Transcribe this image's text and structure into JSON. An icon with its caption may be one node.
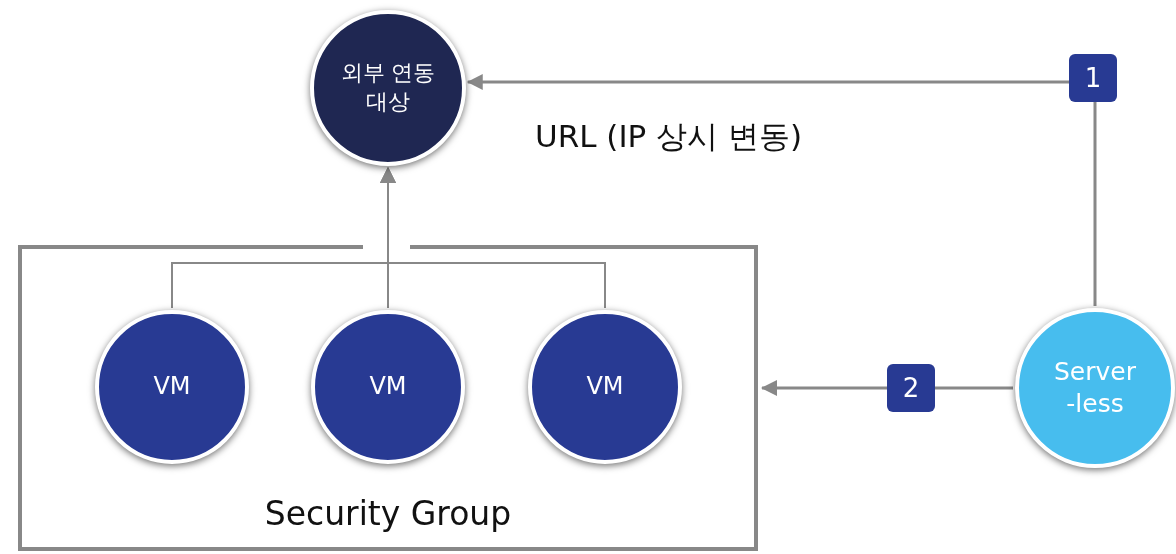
{
  "diagram": {
    "nodes": [
      {
        "text": [
          "외부 연동 대상"
        ]
      },
      {
        "text": [
          "Security Group"
        ]
      },
      {
        "text": [
          "VM"
        ],
        "in": 1
      },
      {
        "text": [
          "VM"
        ],
        "in": 1
      },
      {
        "text": [
          "VM"
        ],
        "in": 1
      },
      {
        "text": [
          "Server -less"
        ]
      }
    ],
    "edges": [
      {
        "from": 5,
        "to": 0,
        "arrow": "to",
        "label": "1"
      },
      {
        "from": 5,
        "to": 1,
        "arrow": "to",
        "label": "2"
      },
      {
        "from": 2,
        "to": 0,
        "arrow": "to"
      },
      {
        "from": 3,
        "to": 0,
        "arrow": "to"
      },
      {
        "from": 4,
        "to": 0,
        "arrow": "to"
      }
    ],
    "labels": [
      "URL (IP 상시 변동)"
    ]
  }
}
